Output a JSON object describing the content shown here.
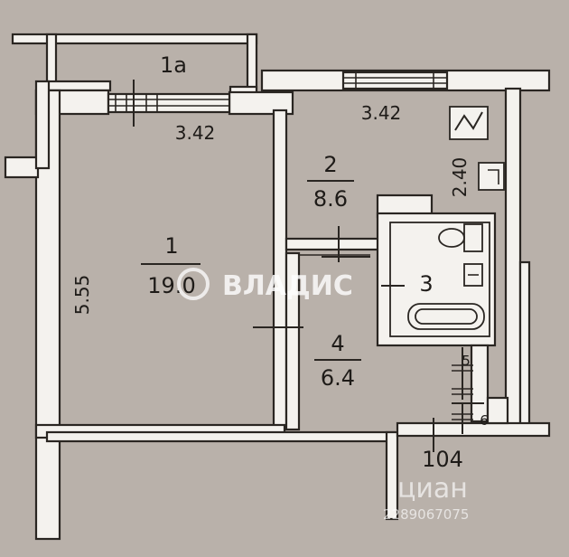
{
  "rooms": {
    "balcony": {
      "number": "1a"
    },
    "living": {
      "number": "1",
      "area": "19.0",
      "width": "3.42",
      "length": "5.55"
    },
    "kitchen": {
      "number": "2",
      "area": "8.6",
      "width": "3.42",
      "length": "2.40"
    },
    "bathroom": {
      "number": "3"
    },
    "hall": {
      "number": "4",
      "area": "6.4"
    },
    "closet_a": {
      "number": "5"
    },
    "closet_b": {
      "number": "6"
    }
  },
  "apartment_number": "104",
  "watermarks": {
    "brand": "ВЛАДИС",
    "cian": "циан",
    "listing_id": "2289067075"
  },
  "colors": {
    "background": "#b9b1aa",
    "wall_fill": "#f4f2ee",
    "line": "#2a2622"
  }
}
